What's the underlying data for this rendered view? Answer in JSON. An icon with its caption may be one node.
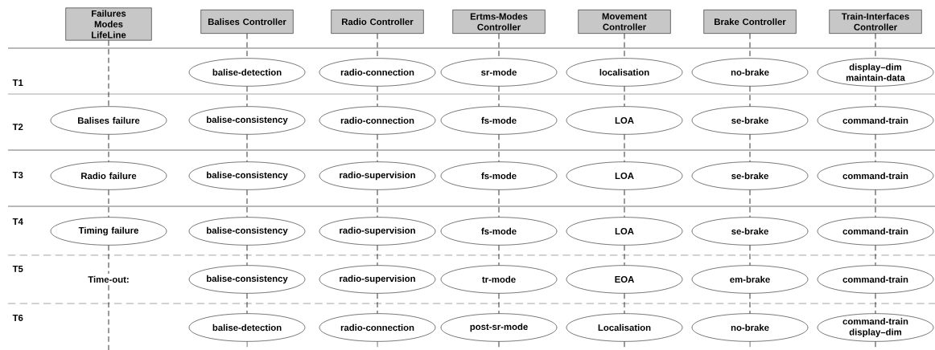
{
  "diagram": {
    "nodes": [
      {
        "text": [
          "Failures Modes LifeLine"
        ]
      },
      {
        "text": [
          "Balises Controller"
        ]
      },
      {
        "text": [
          "Radio Controller"
        ]
      },
      {
        "text": [
          "Ertms-Modes Controller"
        ]
      },
      {
        "text": [
          "Movement Controller"
        ]
      },
      {
        "text": [
          "Brake Controller"
        ]
      },
      {
        "text": [
          "Train-Interfaces Controller"
        ]
      },
      {
        "text": [
          "balise-detection"
        ]
      },
      {
        "text": [
          "radio-connection"
        ]
      },
      {
        "text": [
          "sr-mode"
        ]
      },
      {
        "text": [
          "localisation"
        ]
      },
      {
        "text": [
          "no-brake"
        ]
      },
      {
        "text": [
          "display–dim maintain-data"
        ]
      },
      {
        "text": [
          "Balises failure"
        ]
      },
      {
        "text": [
          "balise-consistency"
        ]
      },
      {
        "text": [
          "radio-connection"
        ]
      },
      {
        "text": [
          "fs-mode"
        ]
      },
      {
        "text": [
          "LOA"
        ]
      },
      {
        "text": [
          "se-brake"
        ]
      },
      {
        "text": [
          "command-train"
        ]
      },
      {
        "text": [
          "Radio failure"
        ]
      },
      {
        "text": [
          "balise-consistency"
        ]
      },
      {
        "text": [
          "radio-supervision"
        ]
      },
      {
        "text": [
          "fs-mode"
        ]
      },
      {
        "text": [
          "LOA"
        ]
      },
      {
        "text": [
          "se-brake"
        ]
      },
      {
        "text": [
          "command-train"
        ]
      },
      {
        "text": [
          "Timing failure"
        ]
      },
      {
        "text": [
          "balise-consistency"
        ]
      },
      {
        "text": [
          "radio-supervision"
        ]
      },
      {
        "text": [
          "fs-mode"
        ]
      },
      {
        "text": [
          "LOA"
        ]
      },
      {
        "text": [
          "se-brake"
        ]
      },
      {
        "text": [
          "command-train"
        ]
      },
      {
        "text": [
          "Time-out:"
        ]
      },
      {
        "text": [
          "balise-consistency"
        ]
      },
      {
        "text": [
          "radio-supervision"
        ]
      },
      {
        "text": [
          "tr-mode"
        ]
      },
      {
        "text": [
          "EOA"
        ]
      },
      {
        "text": [
          "em-brake"
        ]
      },
      {
        "text": [
          "command-train"
        ]
      },
      {
        "text": [
          "balise-detection"
        ]
      },
      {
        "text": [
          "radio-connection"
        ]
      },
      {
        "text": [
          "post-sr-mode"
        ]
      },
      {
        "text": [
          "Localisation"
        ]
      },
      {
        "text": [
          "no-brake"
        ]
      },
      {
        "text": [
          "command-train display–dim"
        ]
      }
    ],
    "edges": [
      {
        "from": 0,
        "to": 13,
        "arrow": "none",
        "style": "dashed"
      },
      {
        "from": 13,
        "to": 20,
        "arrow": "none",
        "style": "dashed"
      },
      {
        "from": 20,
        "to": 27,
        "arrow": "none",
        "style": "dashed"
      },
      {
        "from": 27,
        "to": 34,
        "arrow": "none",
        "style": "dashed"
      },
      {
        "from": 34,
        "to": null,
        "arrow": "none",
        "style": "dashed"
      },
      {
        "from": 1,
        "to": 7,
        "arrow": "none",
        "style": "dashed"
      },
      {
        "from": 7,
        "to": 14,
        "arrow": "none",
        "style": "dashed"
      },
      {
        "from": 14,
        "to": 21,
        "arrow": "none",
        "style": "dashed"
      },
      {
        "from": 21,
        "to": 28,
        "arrow": "none",
        "style": "dashed"
      },
      {
        "from": 28,
        "to": 35,
        "arrow": "none",
        "style": "dashed"
      },
      {
        "from": 35,
        "to": 41,
        "arrow": "none",
        "style": "dashed"
      },
      {
        "from": 41,
        "to": null,
        "arrow": "none",
        "style": "dashed"
      },
      {
        "from": 2,
        "to": 8,
        "arrow": "none",
        "style": "dashed"
      },
      {
        "from": 8,
        "to": 15,
        "arrow": "none",
        "style": "dashed"
      },
      {
        "from": 15,
        "to": 22,
        "arrow": "none",
        "style": "dashed"
      },
      {
        "from": 22,
        "to": 29,
        "arrow": "none",
        "style": "dashed"
      },
      {
        "from": 29,
        "to": 36,
        "arrow": "none",
        "style": "dashed"
      },
      {
        "from": 36,
        "to": 42,
        "arrow": "none",
        "style": "dashed"
      },
      {
        "from": 42,
        "to": null,
        "arrow": "none",
        "style": "dashed"
      },
      {
        "from": 3,
        "to": 9,
        "arrow": "none",
        "style": "dashed"
      },
      {
        "from": 9,
        "to": 16,
        "arrow": "none",
        "style": "dashed"
      },
      {
        "from": 16,
        "to": 23,
        "arrow": "none",
        "style": "dashed"
      },
      {
        "from": 23,
        "to": 30,
        "arrow": "none",
        "style": "dashed"
      },
      {
        "from": 30,
        "to": 37,
        "arrow": "none",
        "style": "dashed"
      },
      {
        "from": 37,
        "to": 43,
        "arrow": "none",
        "style": "dashed"
      },
      {
        "from": 43,
        "to": null,
        "arrow": "none",
        "style": "dashed"
      },
      {
        "from": 4,
        "to": 10,
        "arrow": "none",
        "style": "dashed"
      },
      {
        "from": 10,
        "to": 17,
        "arrow": "none",
        "style": "dashed"
      },
      {
        "from": 17,
        "to": 24,
        "arrow": "none",
        "style": "dashed"
      },
      {
        "from": 24,
        "to": 31,
        "arrow": "none",
        "style": "dashed"
      },
      {
        "from": 31,
        "to": 38,
        "arrow": "none",
        "style": "dashed"
      },
      {
        "from": 38,
        "to": 44,
        "arrow": "none",
        "style": "dashed"
      },
      {
        "from": 44,
        "to": null,
        "arrow": "none",
        "style": "dashed"
      },
      {
        "from": 5,
        "to": 11,
        "arrow": "none",
        "style": "dashed"
      },
      {
        "from": 11,
        "to": 18,
        "arrow": "none",
        "style": "dashed"
      },
      {
        "from": 18,
        "to": 25,
        "arrow": "none",
        "style": "dashed"
      },
      {
        "from": 25,
        "to": 32,
        "arrow": "none",
        "style": "dashed"
      },
      {
        "from": 32,
        "to": 39,
        "arrow": "none",
        "style": "dashed"
      },
      {
        "from": 39,
        "to": 45,
        "arrow": "none",
        "style": "dashed"
      },
      {
        "from": 45,
        "to": null,
        "arrow": "none",
        "style": "dashed"
      },
      {
        "from": 6,
        "to": 12,
        "arrow": "none",
        "style": "dashed"
      },
      {
        "from": 12,
        "to": 19,
        "arrow": "none",
        "style": "dashed"
      },
      {
        "from": 19,
        "to": 26,
        "arrow": "none",
        "style": "dashed"
      },
      {
        "from": 26,
        "to": 33,
        "arrow": "none",
        "style": "dashed"
      },
      {
        "from": 33,
        "to": 40,
        "arrow": "none",
        "style": "dashed"
      },
      {
        "from": 40,
        "to": 46,
        "arrow": "none",
        "style": "dashed"
      },
      {
        "from": 46,
        "to": null,
        "arrow": "none",
        "style": "dashed"
      }
    ],
    "labels": [
      "T1",
      "T2",
      "T3",
      "T4",
      "T5",
      "T6"
    ]
  }
}
